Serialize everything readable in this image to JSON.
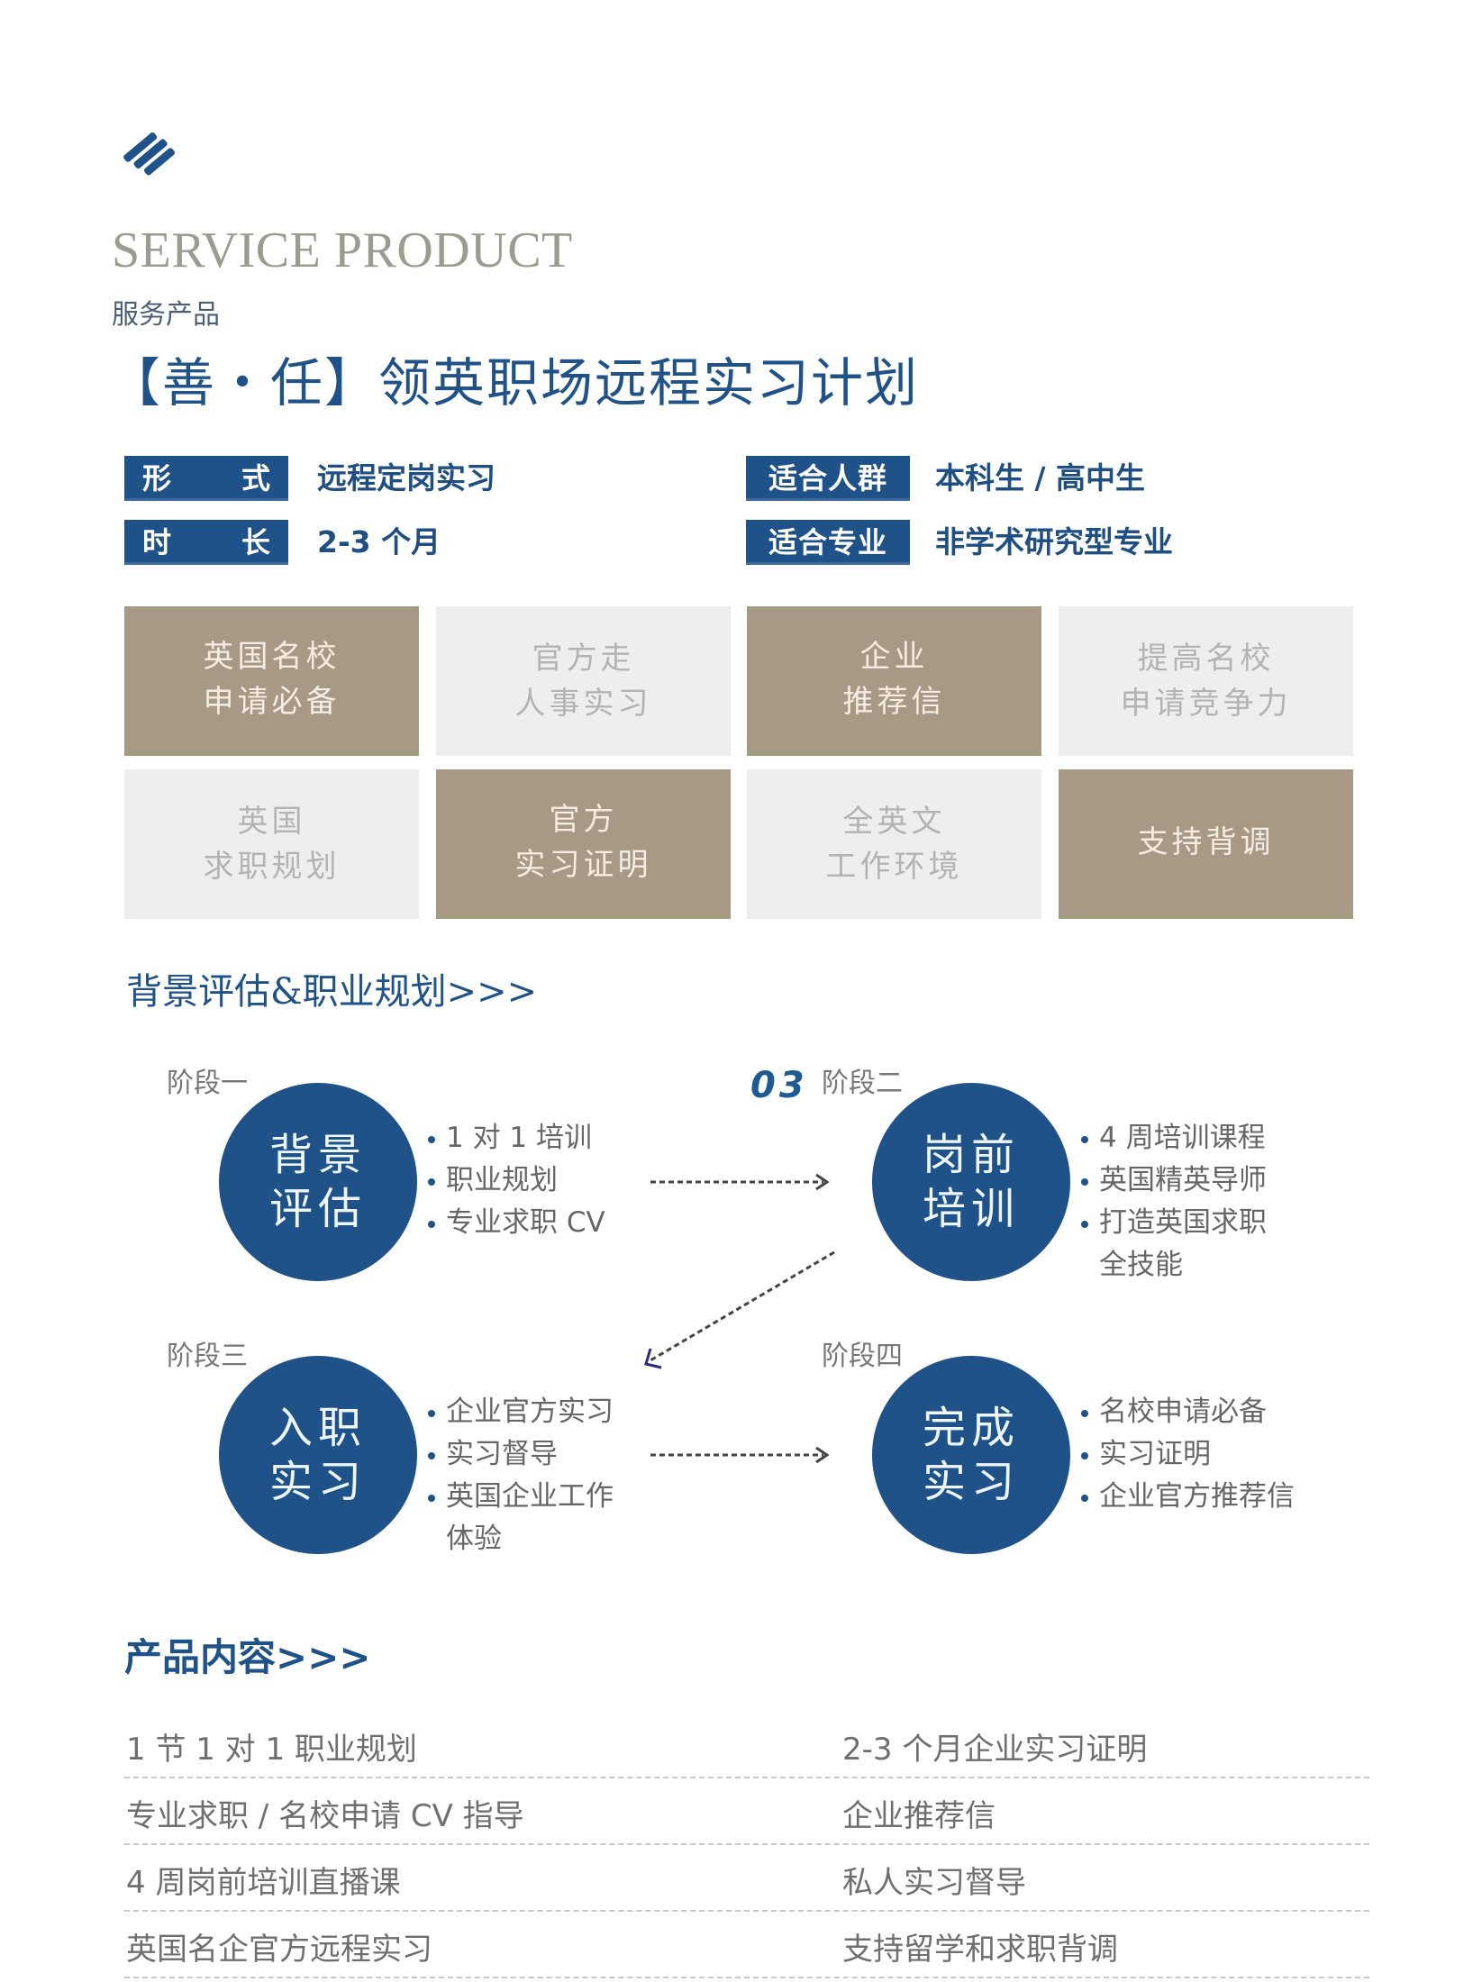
{
  "header": {
    "logo_icon": "stacked-stripes-logo-icon",
    "en_title": "SERVICE PRODUCT",
    "cn_subtitle": "服务产品",
    "main_title": "【善・任】领英职场远程实习计划"
  },
  "info": {
    "left": [
      {
        "label_chars": [
          "形",
          "式"
        ],
        "value": "远程定岗实习"
      },
      {
        "label_chars": [
          "时",
          "长"
        ],
        "value": "2-3 个月"
      }
    ],
    "right": [
      {
        "label": "适合人群",
        "value": "本科生 / 高中生"
      },
      {
        "label": "适合专业",
        "value": "非学术研究型专业"
      }
    ],
    "colors": {
      "label_bg": "#1f5288",
      "value_text": "#1f4f82"
    }
  },
  "tiles": [
    {
      "text": "英国名校\n申请必备",
      "style": "brown"
    },
    {
      "text": "官方走\n人事实习",
      "style": "gray"
    },
    {
      "text": "企业\n推荐信",
      "style": "brown"
    },
    {
      "text": "提高名校\n申请竞争力",
      "style": "gray"
    },
    {
      "text": "英国\n求职规划",
      "style": "gray"
    },
    {
      "text": "官方\n实习证明",
      "style": "brown"
    },
    {
      "text": "全英文\n工作环境",
      "style": "gray"
    },
    {
      "text": "支持背调",
      "style": "brown"
    }
  ],
  "tile_colors": {
    "brown": "#a89886",
    "gray": "#eeeeee"
  },
  "process": {
    "heading": "背景评估&职业规划>>>",
    "badge": "03",
    "stages": [
      {
        "label": "阶段一",
        "circle": "背景\n评估",
        "bullets": [
          "1 对 1 培训",
          "职业规划",
          "专业求职 CV"
        ],
        "continuation": ""
      },
      {
        "label": "阶段二",
        "circle": "岗前\n培训",
        "bullets": [
          "4 周培训课程",
          "英国精英导师",
          "打造英国求职"
        ],
        "continuation": "全技能"
      },
      {
        "label": "阶段三",
        "circle": "入职\n实习",
        "bullets": [
          "企业官方实习",
          "实习督导",
          "英国企业工作"
        ],
        "continuation": "体验"
      },
      {
        "label": "阶段四",
        "circle": "完成\n实习",
        "bullets": [
          "名校申请必备",
          "实习证明",
          "企业官方推荐信"
        ],
        "continuation": ""
      }
    ],
    "circle_color": "#1f5288"
  },
  "product": {
    "heading": "产品内容>>>",
    "rows": [
      {
        "left": "1 节 1 对 1 职业规划",
        "right": "2-3 个月企业实习证明"
      },
      {
        "left": "专业求职 / 名校申请 CV 指导",
        "right": "企业推荐信"
      },
      {
        "left": "4 周岗前培训直播课",
        "right": "私人实习督导"
      },
      {
        "left": "英国名企官方远程实习",
        "right": "支持留学和求职背调"
      }
    ]
  }
}
